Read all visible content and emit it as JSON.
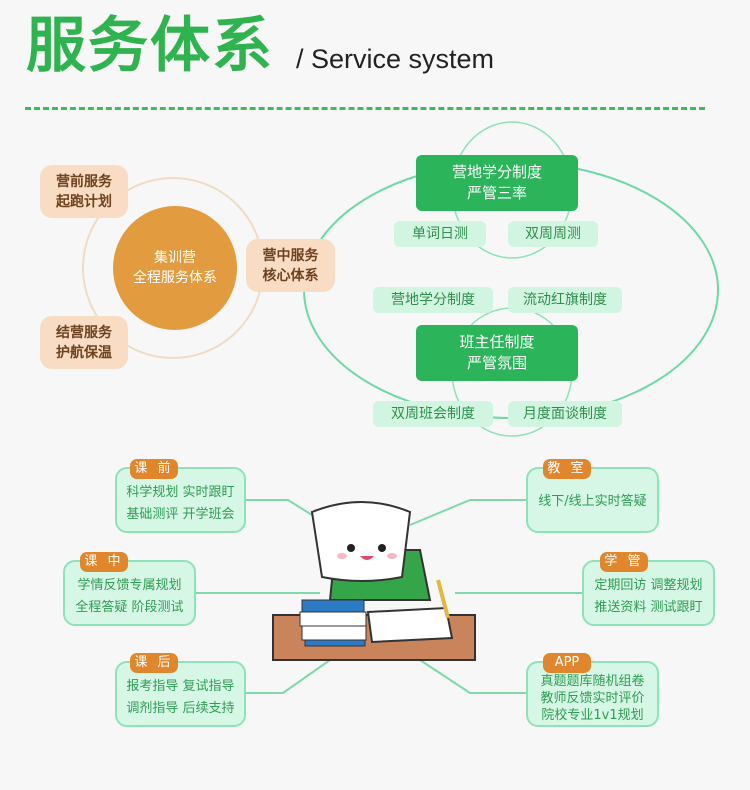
{
  "header": {
    "title": "服务体系",
    "subtitle": "/ Service system"
  },
  "camp": {
    "center": [
      "集训营",
      "全程服务体系"
    ],
    "pre": [
      "营前服务",
      "起跑计划"
    ],
    "mid": [
      "营中服务",
      "核心体系"
    ],
    "post": [
      "结营服务",
      "护航保温"
    ]
  },
  "core": {
    "box1": [
      "营地学分制度",
      "严管三率"
    ],
    "box1_items": [
      "单词日测",
      "双周周测"
    ],
    "box2_items_top": [
      "营地学分制度",
      "流动红旗制度"
    ],
    "box2": [
      "班主任制度",
      "严管氛围"
    ],
    "box2_items": [
      "双周班会制度",
      "月度面谈制度"
    ]
  },
  "cards": [
    {
      "tag": "课 前",
      "lines": [
        "科学规划 实时跟盯",
        "基础测评 开学班会"
      ]
    },
    {
      "tag": "课 中",
      "lines": [
        "学情反馈专属规划",
        "全程答疑 阶段测试"
      ]
    },
    {
      "tag": "课 后",
      "lines": [
        "报考指导 复试指导",
        "调剂指导 后续支持"
      ]
    },
    {
      "tag": "教 室",
      "lines": [
        "线下/线上实时答疑"
      ]
    },
    {
      "tag": "学 管",
      "lines": [
        "定期回访 调整规划",
        "推送资料 测试跟盯"
      ]
    },
    {
      "tag": "APP",
      "lines": [
        "真题题库随机组卷",
        "教师反馈实时评价",
        "院校专业1v1规划"
      ]
    }
  ],
  "colors": {
    "green": "#2fb34f",
    "orange": "#e39b3f",
    "peach": "#f8dcc3",
    "mint": "#d2f5e1"
  }
}
